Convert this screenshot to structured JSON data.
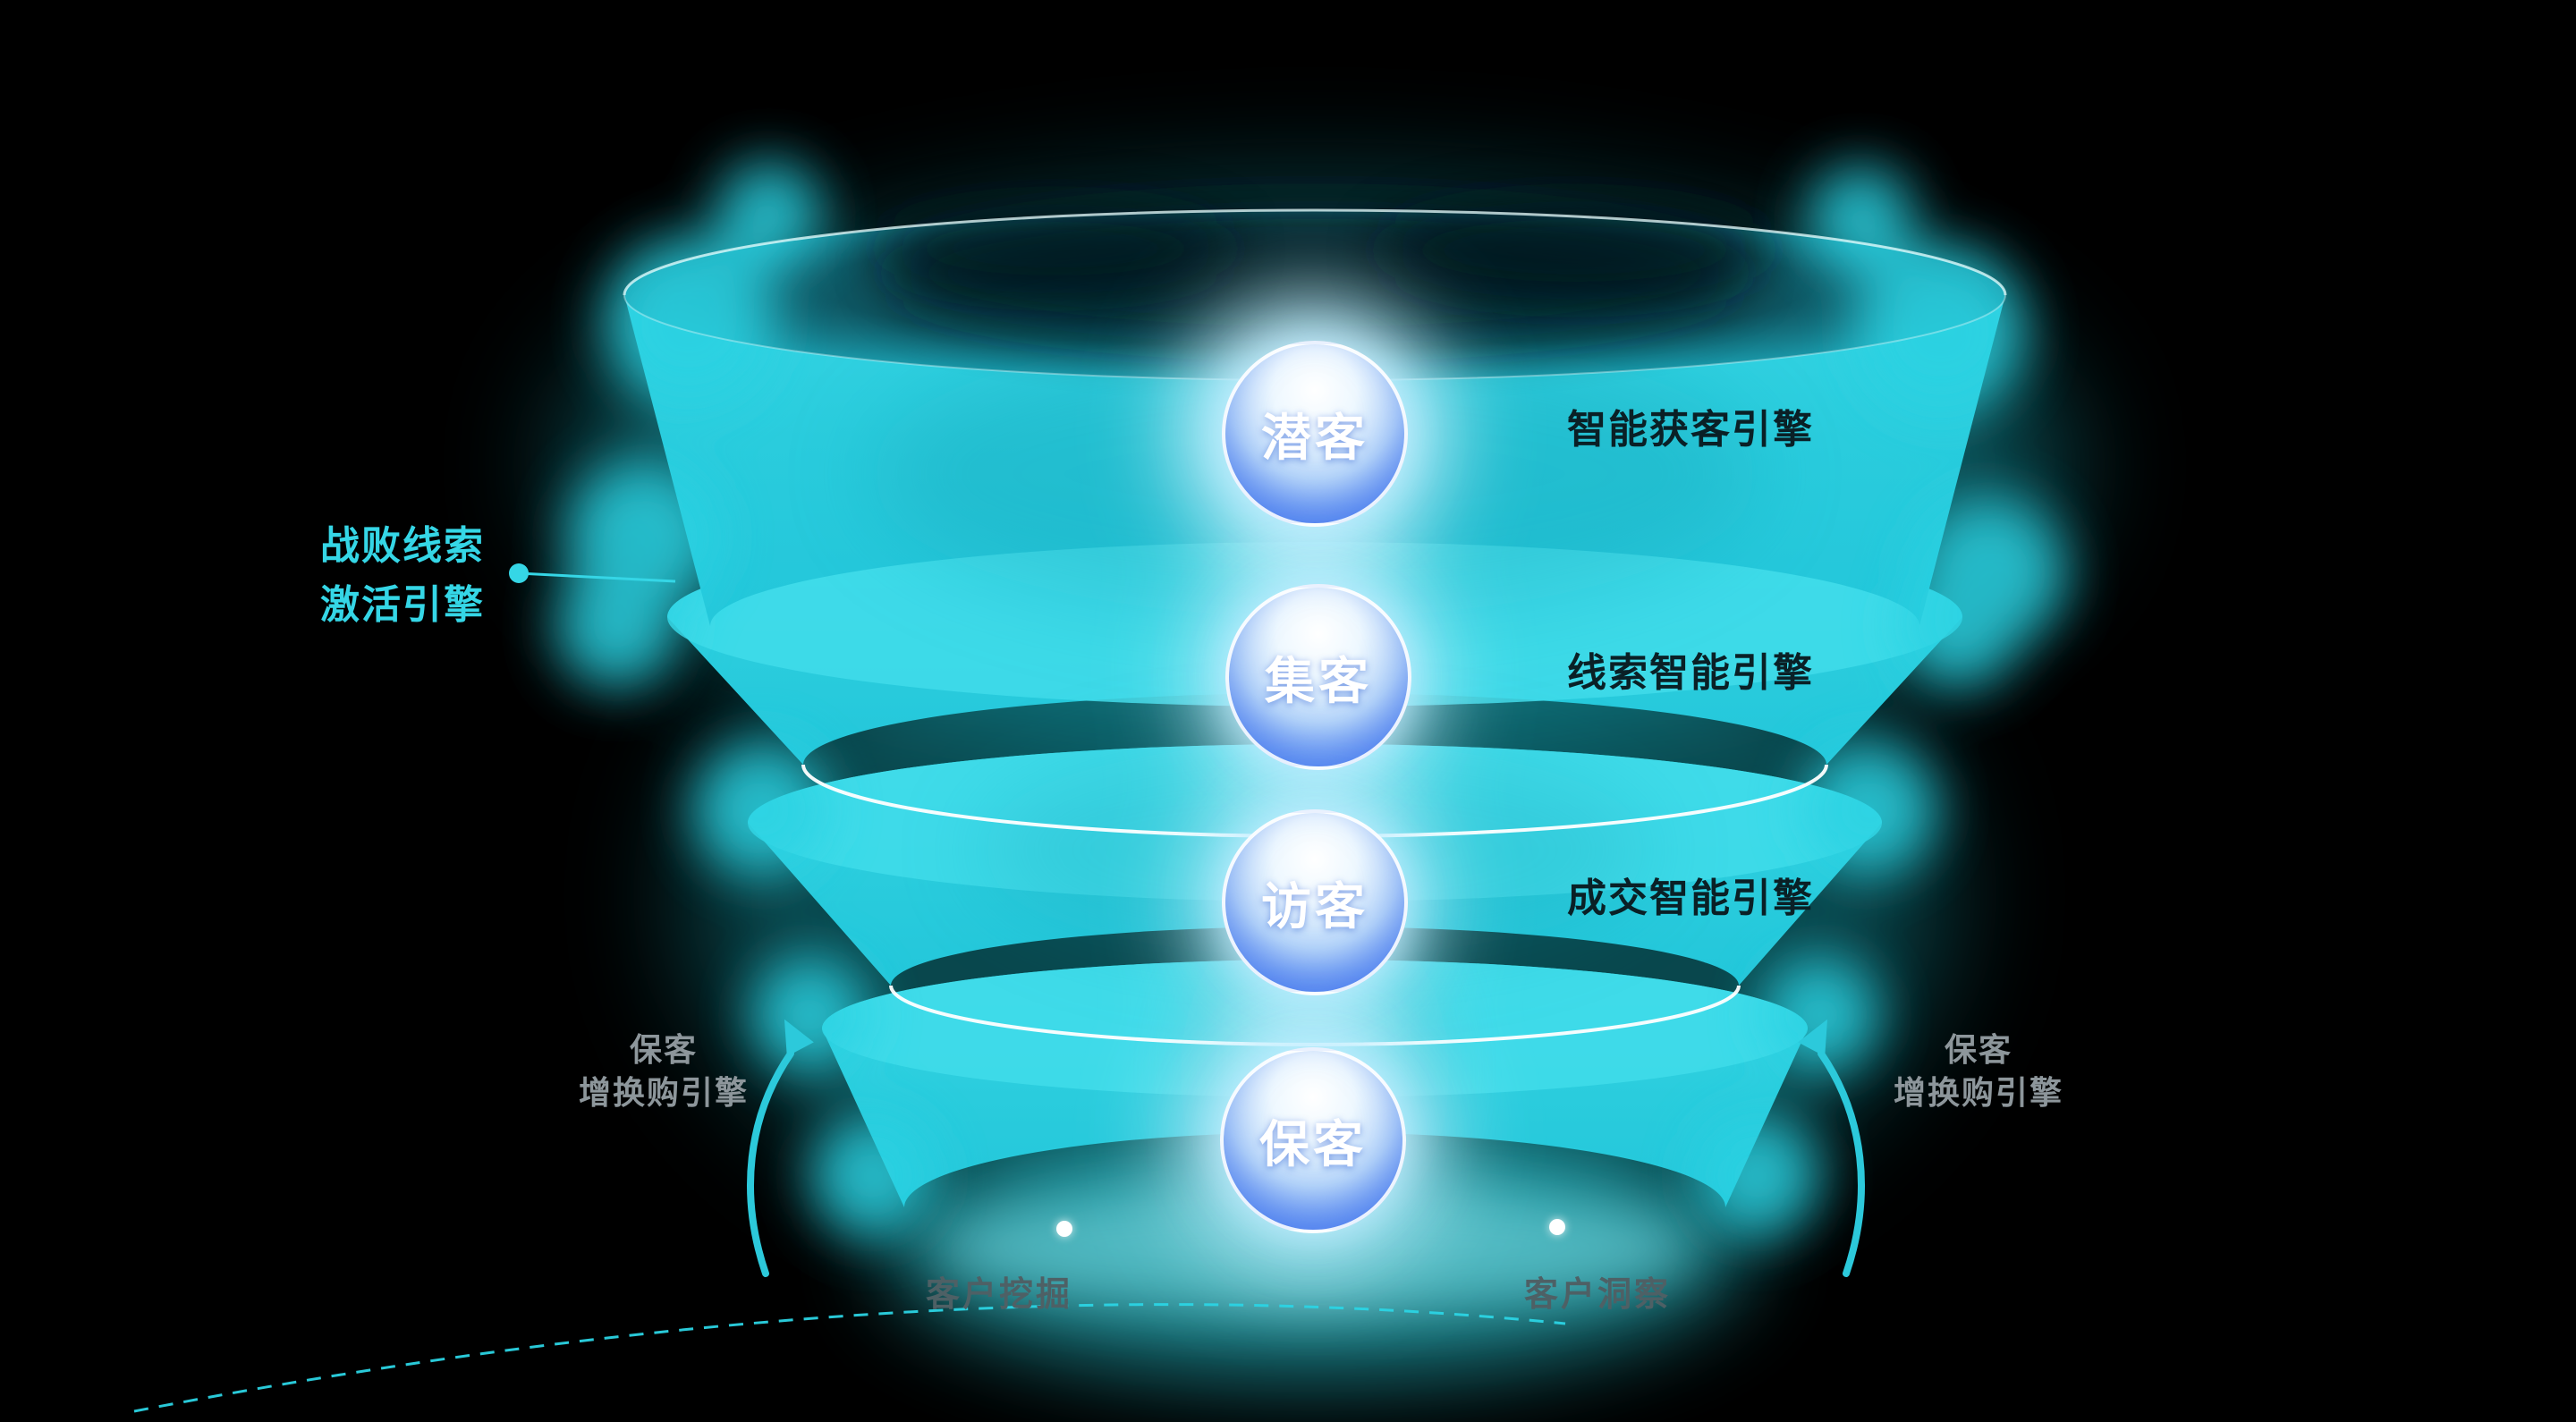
{
  "diagram": {
    "stages": [
      {
        "label": "潜客",
        "engine": "智能获客引擎"
      },
      {
        "label": "集客",
        "engine": "线索智能引擎"
      },
      {
        "label": "访客",
        "engine": "成交智能引擎"
      },
      {
        "label": "保客",
        "engine": null
      }
    ],
    "left_callout": {
      "line1": "战败线索",
      "line2": "激活引擎"
    },
    "retention_left": {
      "line1": "保客",
      "line2": "增换购引擎"
    },
    "retention_right": {
      "line1": "保客",
      "line2": "增换购引擎"
    },
    "bottom_labels": {
      "left": "客户挖掘",
      "right": "客户洞察"
    },
    "colors": {
      "background": "#000000",
      "funnel_cyan": "#2BD1E2",
      "accent_cyan": "#35D6E6",
      "badge_blue": "#4A74EA",
      "separator_white": "#FFFFFF",
      "gray_label": "#8D969B",
      "dark_label": "#0A2026"
    }
  }
}
